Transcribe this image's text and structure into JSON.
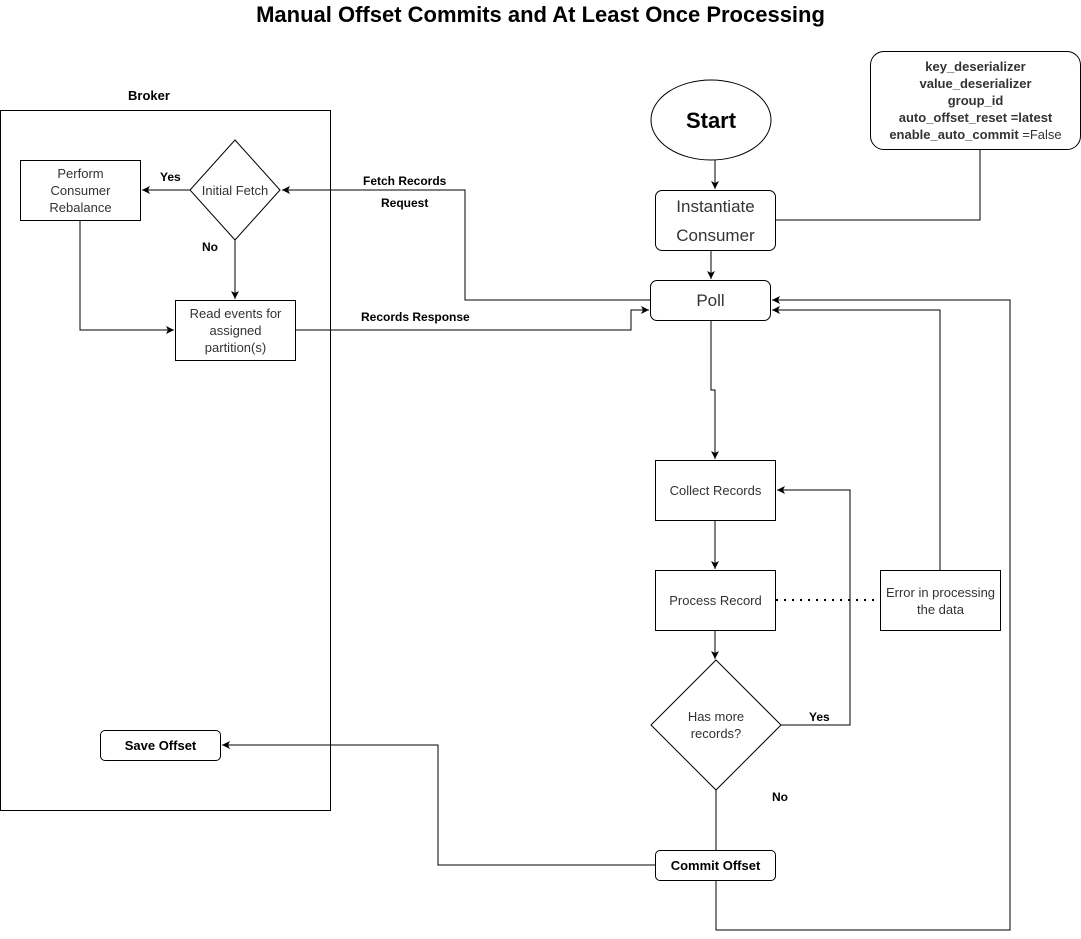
{
  "title": "Manual Offset Commits and At Least Once Processing",
  "broker_label": "Broker",
  "nodes": {
    "start": "Start",
    "instantiate_consumer": [
      "Instantiate",
      "Consumer"
    ],
    "poll": "Poll",
    "collect_records": "Collect Records",
    "process_record": "Process Record",
    "error_processing": [
      "Error in processing",
      "the data"
    ],
    "has_more_records": [
      "Has more",
      "records?"
    ],
    "commit_offset": "Commit Offset",
    "save_offset": "Save Offset",
    "initial_fetch": "Initial Fetch",
    "perform_rebalance": [
      "Perform",
      "Consumer",
      "Rebalance"
    ],
    "read_events": [
      "Read events for",
      "assigned",
      "partition(s)"
    ]
  },
  "config": [
    {
      "key": "key_deserializer",
      "value": ""
    },
    {
      "key": "value_deserializer",
      "value": ""
    },
    {
      "key": "group_id",
      "value": ""
    },
    {
      "key": "auto_offset_reset =latest",
      "value": ""
    },
    {
      "key": "enable_auto_commit",
      "value": " =False"
    }
  ],
  "edge_labels": {
    "fetch_records": "Fetch Records",
    "request": "Request",
    "records_response": "Records Response",
    "initial_yes": "Yes",
    "initial_no": "No",
    "more_yes": "Yes",
    "more_no": "No"
  }
}
